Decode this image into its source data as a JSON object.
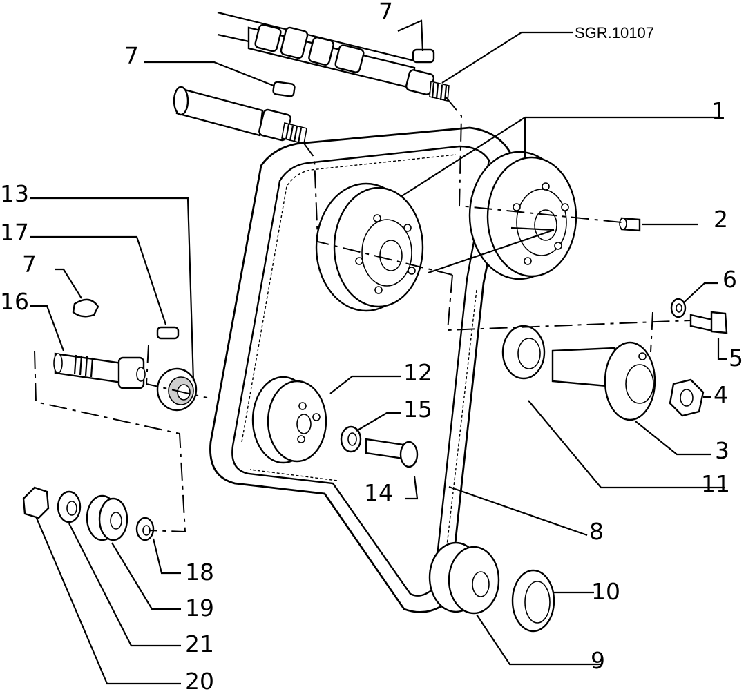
{
  "diagram": {
    "reference_code": "SGR.10107",
    "callouts": [
      {
        "id": "c1",
        "label": "1"
      },
      {
        "id": "c2",
        "label": "2"
      },
      {
        "id": "c3",
        "label": "3"
      },
      {
        "id": "c4",
        "label": "4"
      },
      {
        "id": "c5",
        "label": "5"
      },
      {
        "id": "c6",
        "label": "6"
      },
      {
        "id": "c7a",
        "label": "7"
      },
      {
        "id": "c7b",
        "label": "7"
      },
      {
        "id": "c7c",
        "label": "7"
      },
      {
        "id": "c8",
        "label": "8"
      },
      {
        "id": "c9",
        "label": "9"
      },
      {
        "id": "c10",
        "label": "10"
      },
      {
        "id": "c11",
        "label": "11"
      },
      {
        "id": "c12",
        "label": "12"
      },
      {
        "id": "c13",
        "label": "13"
      },
      {
        "id": "c14",
        "label": "14"
      },
      {
        "id": "c15",
        "label": "15"
      },
      {
        "id": "c16",
        "label": "16"
      },
      {
        "id": "c17",
        "label": "17"
      },
      {
        "id": "c18",
        "label": "18"
      },
      {
        "id": "c19",
        "label": "19"
      },
      {
        "id": "c20",
        "label": "20"
      },
      {
        "id": "c21",
        "label": "21"
      }
    ]
  }
}
